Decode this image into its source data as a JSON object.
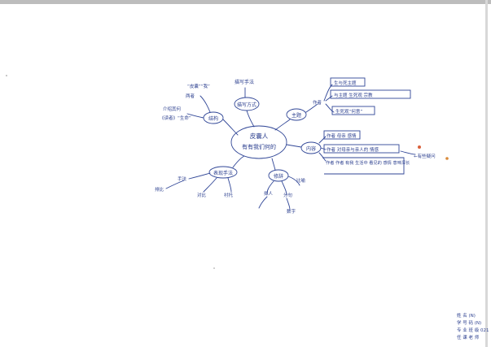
{
  "mindmap": {
    "center": {
      "line1": "皮囊人",
      "line2": "有有我们何的"
    },
    "nodes": {
      "top": {
        "label": "描写方式",
        "sub": "描写手法"
      },
      "upleft": {
        "label": "结构"
      },
      "ul1": "“皮囊”“我”",
      "ul1b": "两者",
      "ul2": "介绍其何",
      "ul2b": "《读者》“生命”",
      "structure": {
        "label": "表现手法",
        "children": [
          "手法",
          "对比",
          "衬托",
          "排比"
        ]
      },
      "lower": {
        "label": "修辞",
        "children": [
          "比喻",
          "拟人",
          "分句",
          "数字"
        ]
      },
      "right1": {
        "label": "主题",
        "branch": "作者",
        "items": [
          "生与死主题",
          "与主题 生死观 宗教",
          "生死观“何意”"
        ]
      },
      "right2": {
        "label": "内容",
        "items": [
          "作者 母亲 感情",
          "作者 对母亲与亲人的 情感",
          "作者 作者 有我 生活中 看见的 感情 意味深长"
        ]
      },
      "right_note": "←有些疑问"
    },
    "signature": [
      "姓 名 (N)",
      "学 号 码 (N)",
      "专 业 班 级 021",
      "任 课 老 师"
    ]
  },
  "colors": {
    "ink": "#2f4596",
    "mark": "#d9603a",
    "paper": "#ffffff"
  }
}
